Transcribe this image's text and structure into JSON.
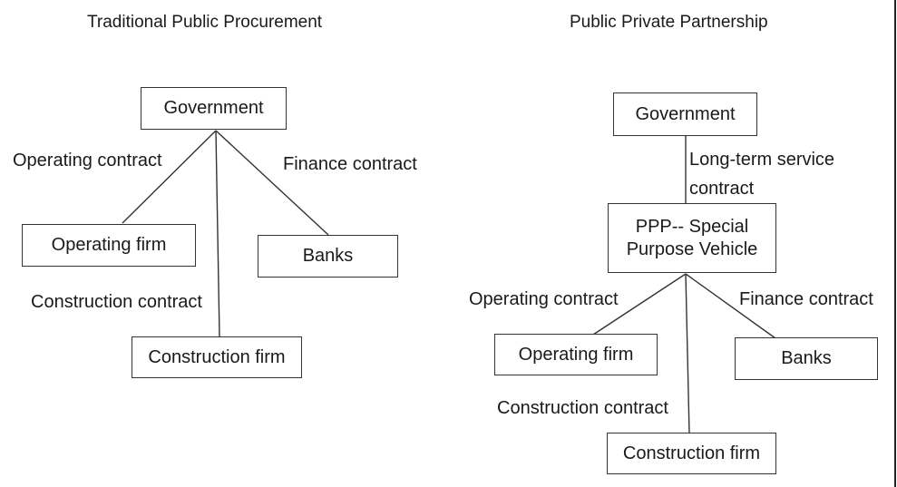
{
  "left": {
    "title": "Traditional Public Procurement",
    "government": "Government",
    "operating_contract": "Operating contract",
    "finance_contract": "Finance contract",
    "operating_firm": "Operating firm",
    "banks": "Banks",
    "construction_contract": "Construction contract",
    "construction_firm": "Construction firm"
  },
  "right": {
    "title": "Public Private Partnership",
    "government": "Government",
    "long_term_line1": "Long-term service",
    "long_term_line2": "contract",
    "spv_line1": "PPP-- Special",
    "spv_line2": "Purpose Vehicle",
    "operating_contract": "Operating contract",
    "finance_contract": "Finance contract",
    "operating_firm": "Operating firm",
    "banks": "Banks",
    "construction_contract": "Construction contract",
    "construction_firm": "Construction firm"
  }
}
